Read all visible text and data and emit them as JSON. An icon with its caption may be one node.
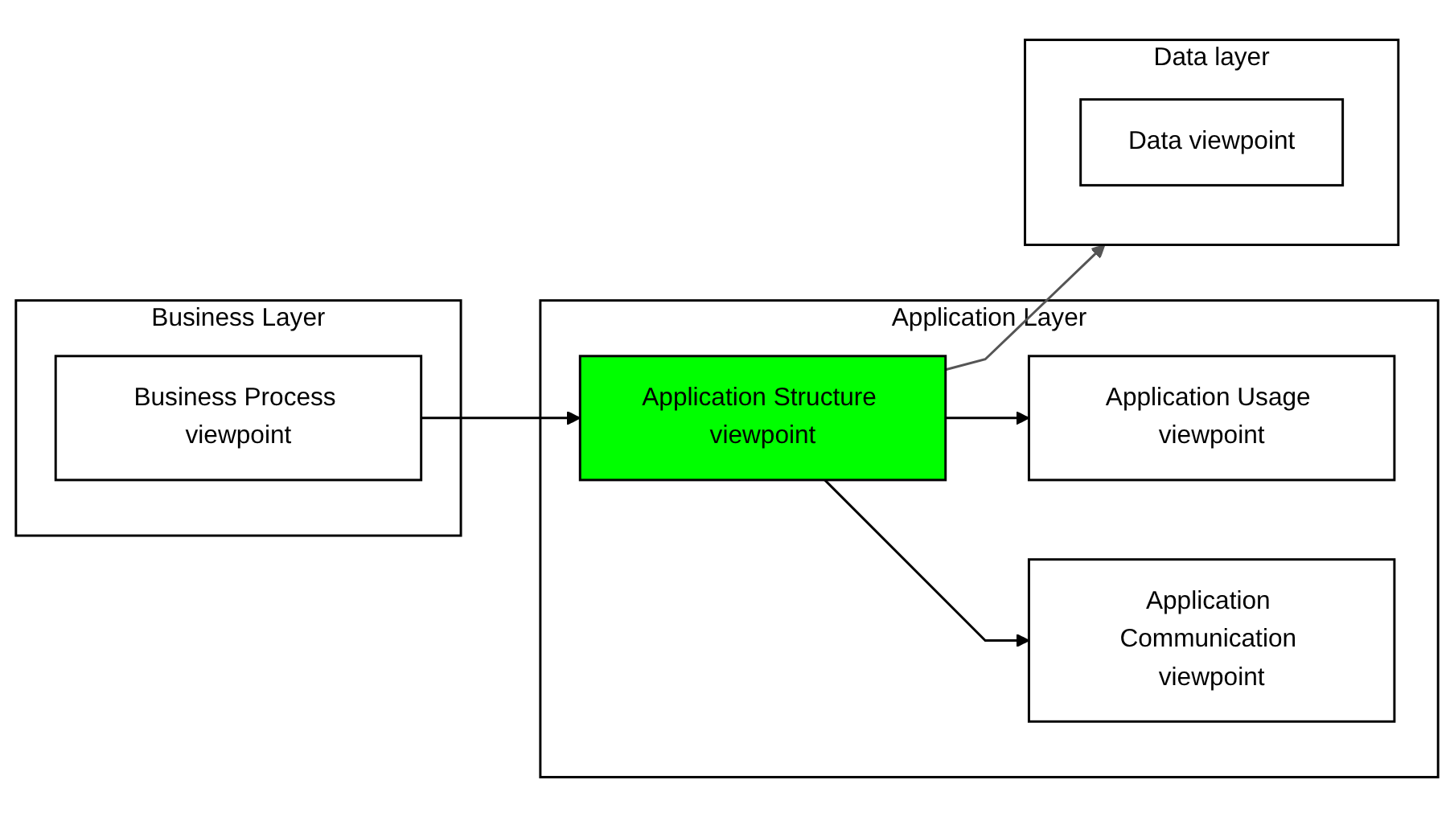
{
  "diagram": {
    "nodes": [
      {
        "text": [
          "Business Layer"
        ]
      },
      {
        "text": [
          "Business Process viewpoint"
        ],
        "in": 0
      },
      {
        "text": [
          "Application Layer"
        ]
      },
      {
        "text": [
          "Application Structure viewpoint"
        ],
        "in": 2
      },
      {
        "text": [
          "Application Usage viewpoint"
        ],
        "in": 2
      },
      {
        "text": [
          "Application Communication viewpoint"
        ],
        "in": 2
      },
      {
        "text": [
          "Data layer"
        ]
      },
      {
        "text": [
          "Data viewpoint"
        ],
        "in": 6
      }
    ],
    "edges": [
      {
        "from": 1,
        "to": 3,
        "arrow": "to"
      },
      {
        "from": 3,
        "to": 4,
        "arrow": "to"
      },
      {
        "from": 3,
        "to": 5,
        "arrow": "to"
      },
      {
        "from": 3,
        "to": 6,
        "arrow": "to",
        "color": "#555555"
      }
    ]
  }
}
